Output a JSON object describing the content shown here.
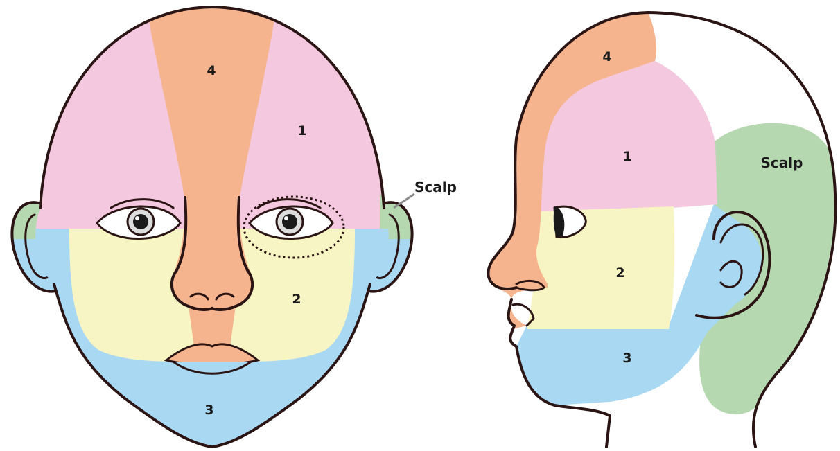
{
  "colors": {
    "zone_1": "#f4c8de",
    "zone_2": "#f8f5c4",
    "zone_3": "#a9d8f3",
    "zone_4": "#f5b48e",
    "scalp": "#b6d8b0",
    "outline": "#2a1414",
    "background": "#ffffff"
  },
  "front_view": {
    "zone_labels": {
      "z1": "1",
      "z2": "2",
      "z3": "3",
      "z4": "4"
    },
    "scalp_label": "Scalp"
  },
  "side_view": {
    "zone_labels": {
      "z1": "1",
      "z2": "2",
      "z3": "3",
      "z4": "4"
    },
    "scalp_label": "Scalp"
  }
}
